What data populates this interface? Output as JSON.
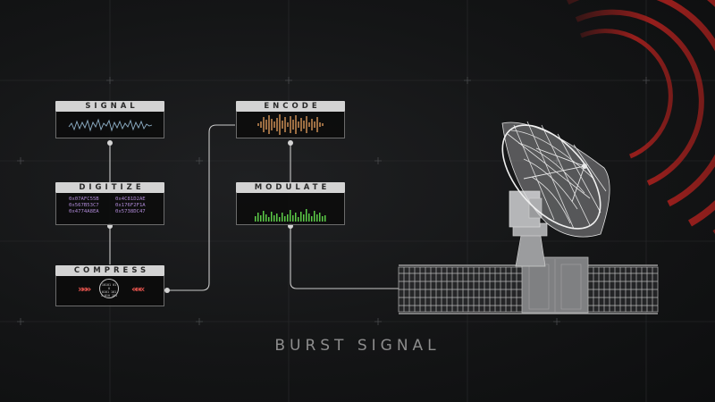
{
  "diagram": {
    "title": "BURST SIGNAL",
    "nodes": [
      {
        "id": "signal",
        "label": "SIGNAL"
      },
      {
        "id": "digitize",
        "label": "DIGITIZE"
      },
      {
        "id": "compress",
        "label": "COMPRESS"
      },
      {
        "id": "encode",
        "label": "ENCODE"
      },
      {
        "id": "modulate",
        "label": "MODULATE"
      }
    ],
    "edges": [
      {
        "from": "signal",
        "to": "digitize"
      },
      {
        "from": "digitize",
        "to": "compress"
      },
      {
        "from": "compress",
        "to": "encode"
      },
      {
        "from": "encode",
        "to": "modulate"
      },
      {
        "from": "modulate",
        "to": "antenna"
      }
    ],
    "digitize_codes": [
      "0x07AFC55B",
      "0x4C81D2AE",
      "0x567B53C7",
      "0x176F2F1A",
      "0x4774A8EA",
      "0x5738DC47"
    ],
    "compress_glyphs": {
      "left": "»»»",
      "right": "«««",
      "circle_lines": [
        "10101 01 0",
        "0101 101",
        "1 010 101"
      ]
    },
    "colors": {
      "signal_wave": "#8fb0c8",
      "encode_wave": "#e8a15e",
      "modulate_bars": "#5ccc48",
      "hex_text": "#b08ad8",
      "chevrons": "#e0524c",
      "radio_waves": "#a5201d"
    },
    "icons": [
      "satellite-dish-icon",
      "radio-wave-icon",
      "connector-dot-icon"
    ]
  }
}
